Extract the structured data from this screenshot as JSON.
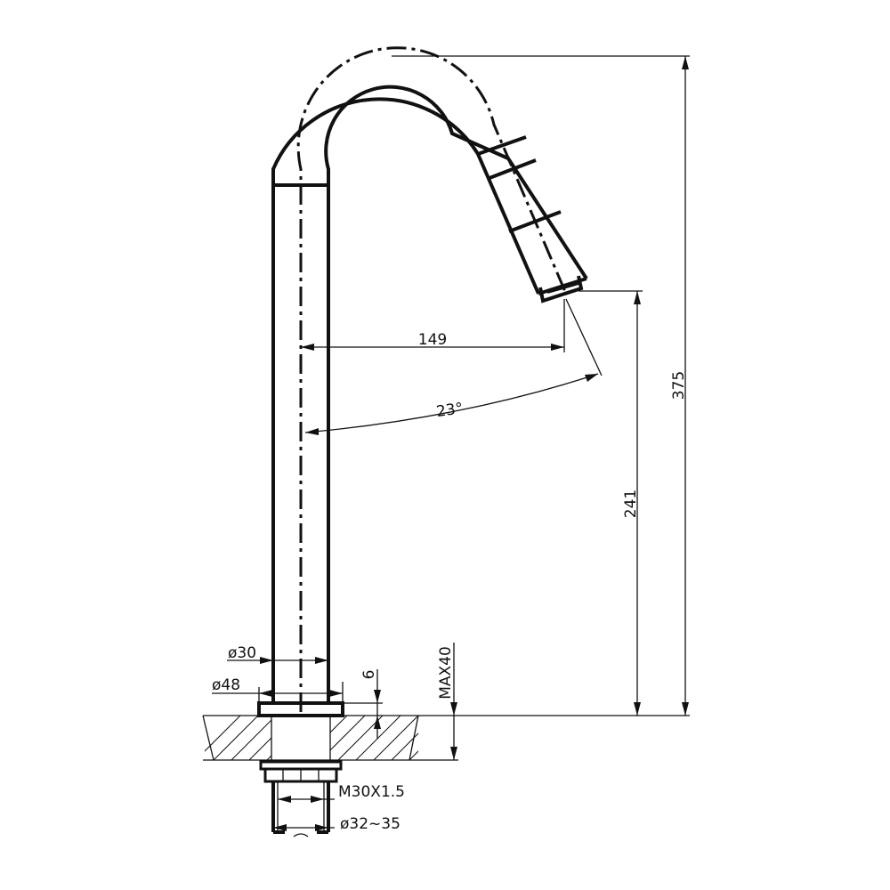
{
  "drawing": {
    "dimensions": {
      "overall_height": "375",
      "outlet_height": "241",
      "reach": "149",
      "outlet_angle": "23°",
      "pipe_diameter": "ø30",
      "flange_diameter": "ø48",
      "flange_thickness": "6",
      "max_counter_thickness": "MAX40",
      "thread_spec": "M30X1.5",
      "hole_diameter": "ø32~35"
    }
  }
}
